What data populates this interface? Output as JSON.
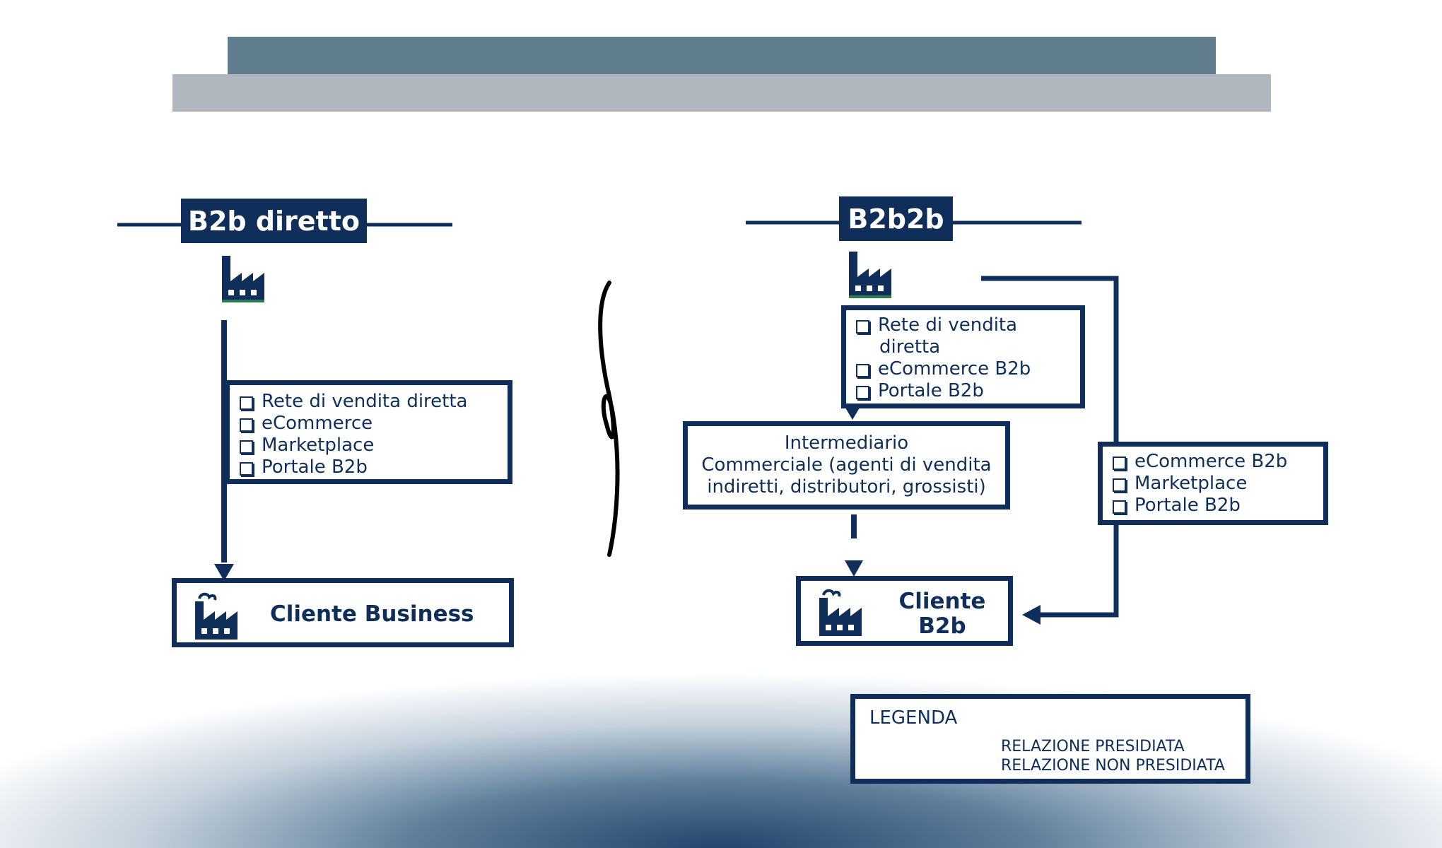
{
  "colors": {
    "navy": "#0f2f5a",
    "bar_dark": "#607d8d",
    "bar_light": "#b0b7bf"
  },
  "left": {
    "title": "B2b diretto",
    "channels": [
      "Rete di vendita diretta",
      "eCommerce",
      "Marketplace",
      "Portale B2b"
    ],
    "client": "Cliente Business",
    "icons": [
      "factory-icon",
      "checkbox-icon"
    ]
  },
  "right": {
    "title": "B2b2b",
    "channels_mid": {
      "first_line": "Rete di vendita",
      "first_cont": "diretta",
      "others": [
        "eCommerce B2b",
        "Portale B2b"
      ]
    },
    "intermediary": {
      "line1": "Intermediario",
      "line2": "Commerciale (agenti di vendita",
      "line3": "indiretti, distributori, grossisti)"
    },
    "channels_right": [
      "eCommerce B2b",
      "Marketplace",
      "Portale B2b"
    ],
    "client": "Cliente B2b"
  },
  "legend": {
    "title": "LEGENDA",
    "items": [
      "RELAZIONE PRESIDIATA",
      "RELAZIONE NON PRESIDIATA"
    ]
  }
}
